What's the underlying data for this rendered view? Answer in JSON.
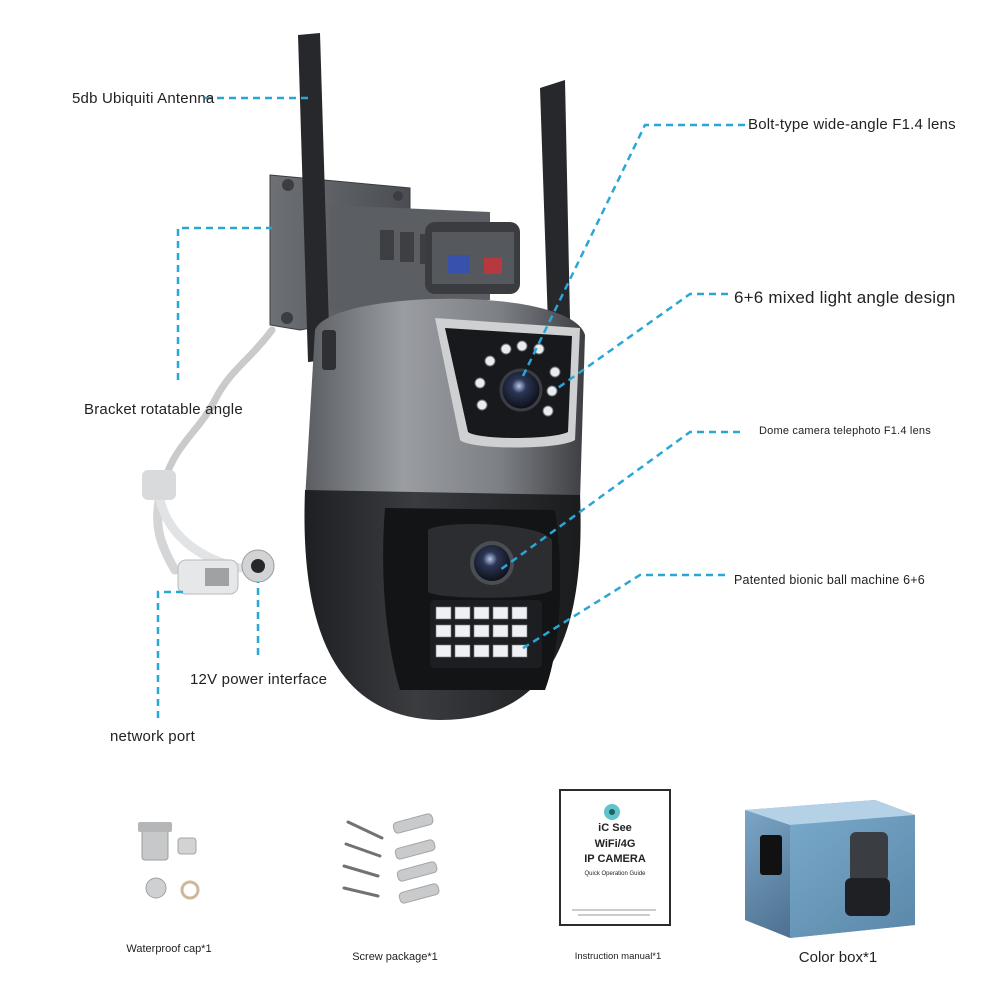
{
  "callouts": {
    "antenna": "5db Ubiquiti Antenna",
    "bracket": "Bracket rotatable angle",
    "power": "12V power interface",
    "network": "network port",
    "bolt_lens": "Bolt-type wide-angle F1.4 lens",
    "light_angle": "6+6 mixed light angle design",
    "dome_lens": "Dome camera telephoto F1.4 lens",
    "ball_machine": "Patented bionic ball machine 6+6"
  },
  "accessories": {
    "waterproof_cap": "Waterproof cap*1",
    "screw_package": "Screw package*1",
    "manual": "Instruction manual*1",
    "color_box": "Color box*1"
  },
  "manual_cover": {
    "brand": "iC See",
    "line1": "WiFi/4G",
    "line2": "IP CAMERA",
    "subtitle": "Quick Operation Guide"
  },
  "colors": {
    "leader": "#2aa6d6",
    "body_dark": "#2b2d31",
    "body_gray": "#7b7e84",
    "text": "#222222"
  }
}
